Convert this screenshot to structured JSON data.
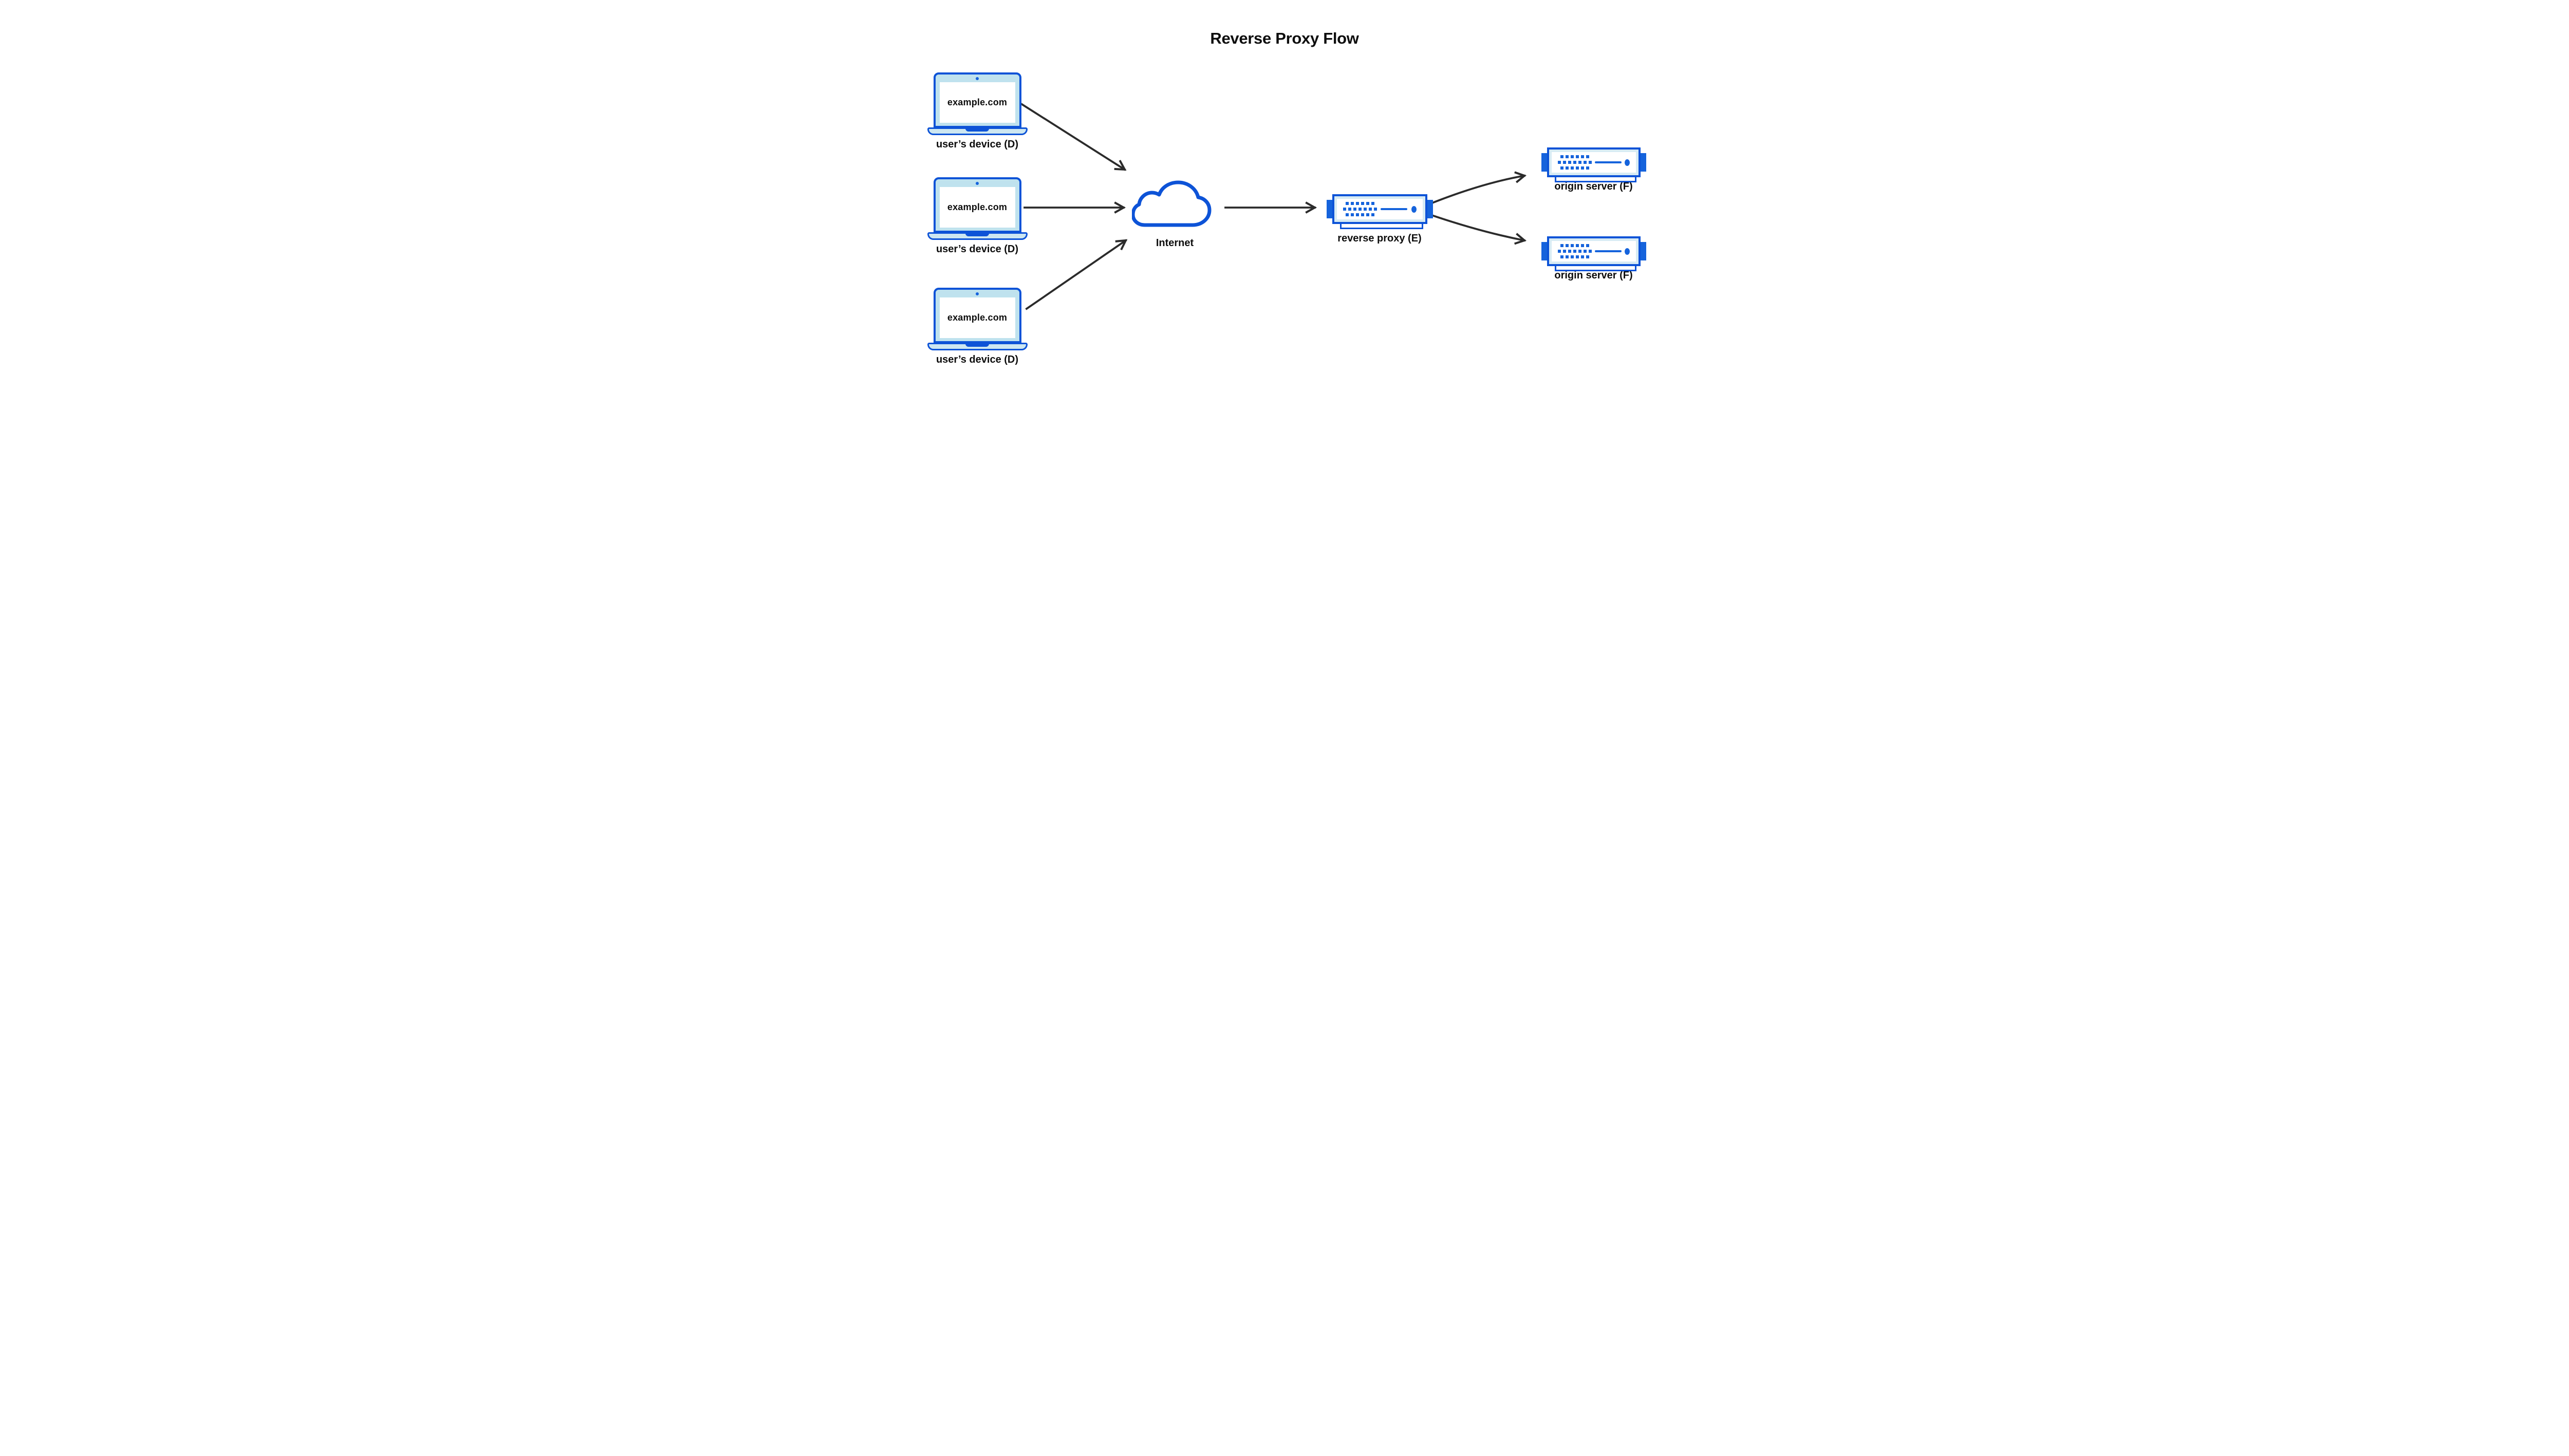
{
  "title": "Reverse Proxy Flow",
  "devices": [
    {
      "screen_text": "example.com",
      "label": "user’s device (D)"
    },
    {
      "screen_text": "example.com",
      "label": "user’s device (D)"
    },
    {
      "screen_text": "example.com",
      "label": "user’s device (D)"
    }
  ],
  "internet": {
    "label": "Internet"
  },
  "proxy": {
    "label": "reverse proxy (E)"
  },
  "origins": [
    {
      "label": "origin server (F)"
    },
    {
      "label": "origin server (F)"
    }
  ],
  "icons": {
    "device": "laptop-icon",
    "internet": "cloud-icon",
    "proxy": "server-icon",
    "origin": "server-icon"
  },
  "colors": {
    "blue_dark": "#0d53d7",
    "blue_mid": "#1563dc",
    "bezel_light": "#bfe2ee",
    "frame_light": "#d7ebf4",
    "base_light": "#cde7f1",
    "arrow_color": "#2b2b2b",
    "text_color": "#0d0d0d",
    "bg": "#ffffff"
  }
}
